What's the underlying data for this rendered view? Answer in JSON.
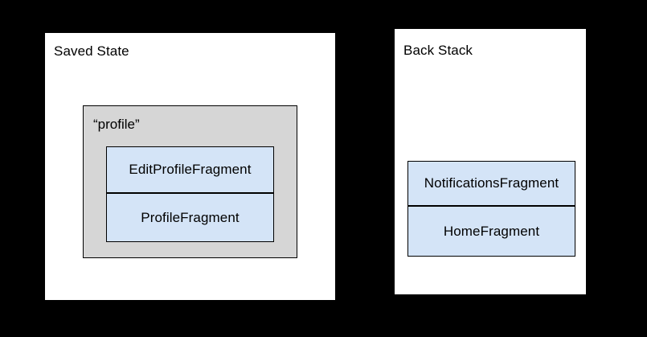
{
  "diagram": {
    "background_color": "#000000",
    "panel_color": "#ffffff",
    "group_color": "#d6d6d6",
    "fragment_color": "#d4e4f7",
    "border_color": "#000000"
  },
  "saved_state_panel": {
    "title": "Saved State",
    "group": {
      "label": "“profile”",
      "fragments": [
        {
          "label": "EditProfileFragment"
        },
        {
          "label": "ProfileFragment"
        }
      ]
    }
  },
  "back_stack_panel": {
    "title": "Back Stack",
    "fragments": [
      {
        "label": "NotificationsFragment"
      },
      {
        "label": "HomeFragment"
      }
    ]
  }
}
